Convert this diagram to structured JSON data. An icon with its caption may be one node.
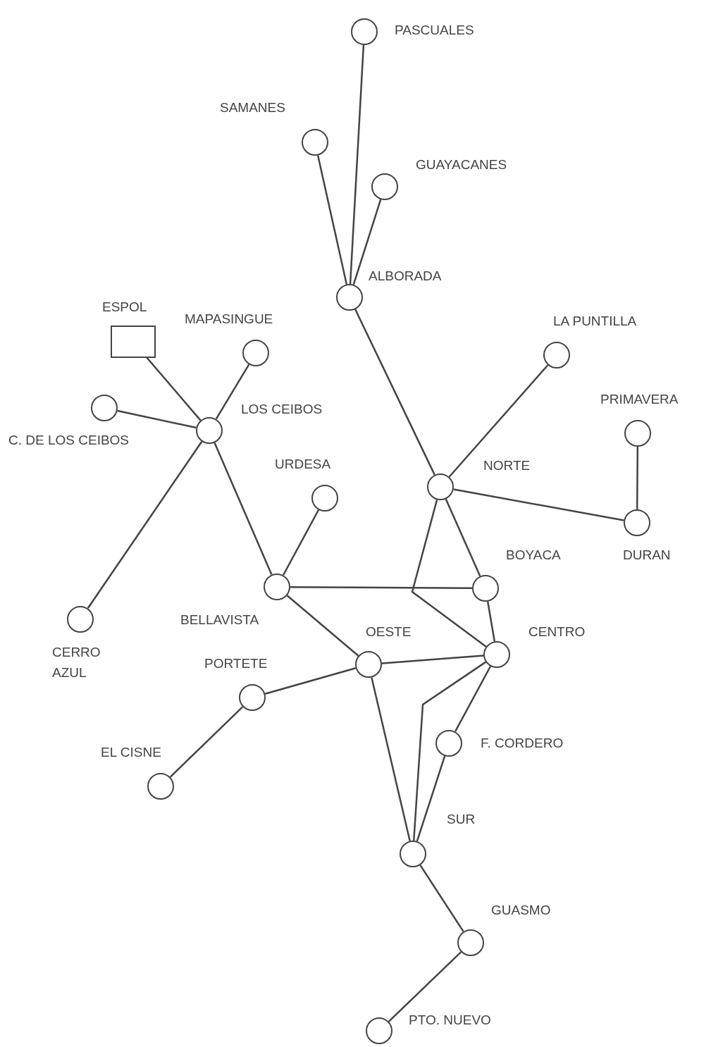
{
  "diagram": {
    "nodes": [
      {
        "text": [],
        "shape": "circle",
        "beside": [
          "PASCUALES"
        ]
      },
      {
        "text": [],
        "shape": "circle",
        "beside": [
          "SAMANES"
        ]
      },
      {
        "text": [],
        "shape": "circle",
        "beside": [
          "GUAYACANES"
        ]
      },
      {
        "text": [],
        "shape": "circle",
        "beside": [
          "ALBORADA"
        ]
      },
      {
        "text": [],
        "shape": "box",
        "beside": [
          "ESPOL"
        ]
      },
      {
        "text": [],
        "shape": "circle",
        "beside": [
          "MAPASINGUE"
        ]
      },
      {
        "text": [],
        "shape": "circle",
        "beside": [
          "LA PUNTILLA"
        ]
      },
      {
        "text": [],
        "shape": "circle",
        "beside": [
          "C. DE LOS CEIBOS"
        ]
      },
      {
        "text": [],
        "shape": "circle",
        "beside": [
          "LOS CEIBOS"
        ]
      },
      {
        "text": [],
        "shape": "circle",
        "beside": [
          "PRIMAVERA"
        ]
      },
      {
        "text": [],
        "shape": "circle",
        "beside": [
          "URDESA"
        ]
      },
      {
        "text": [],
        "shape": "circle",
        "beside": [
          "NORTE"
        ]
      },
      {
        "text": [],
        "shape": "circle",
        "beside": [
          "DURAN"
        ]
      },
      {
        "text": [],
        "shape": "circle",
        "beside": [
          "BOYACA"
        ]
      },
      {
        "text": [],
        "shape": "circle",
        "beside": [
          "BELLAVISTA"
        ]
      },
      {
        "text": [],
        "shape": "circle",
        "beside": [
          "CERRO AZUL"
        ]
      },
      {
        "text": [],
        "shape": "circle",
        "beside": [
          "OESTE"
        ]
      },
      {
        "text": [],
        "shape": "circle",
        "beside": [
          "CENTRO"
        ]
      },
      {
        "text": [],
        "shape": "circle",
        "beside": [
          "PORTETE"
        ]
      },
      {
        "text": [],
        "shape": "circle",
        "beside": [
          "F. CORDERO"
        ]
      },
      {
        "text": [],
        "shape": "circle",
        "beside": [
          "EL CISNE"
        ]
      },
      {
        "text": [],
        "shape": "circle",
        "beside": [
          "SUR"
        ]
      },
      {
        "text": [],
        "shape": "circle",
        "beside": [
          "GUASMO"
        ]
      },
      {
        "text": [],
        "shape": "circle",
        "beside": [
          "PTO. NUEVO"
        ]
      }
    ],
    "edges": [
      {
        "from": 0,
        "to": 3,
        "arrow": "none"
      },
      {
        "from": 1,
        "to": 3,
        "arrow": "none"
      },
      {
        "from": 2,
        "to": 3,
        "arrow": "none"
      },
      {
        "from": 3,
        "to": 11,
        "arrow": "none"
      },
      {
        "from": 6,
        "to": 11,
        "arrow": "none"
      },
      {
        "from": 9,
        "to": 12,
        "arrow": "none"
      },
      {
        "from": 11,
        "to": 12,
        "arrow": "none"
      },
      {
        "from": 11,
        "to": 13,
        "arrow": "none"
      },
      {
        "from": 11,
        "to": 17,
        "arrow": "none"
      },
      {
        "from": 4,
        "to": 8,
        "arrow": "none"
      },
      {
        "from": 5,
        "to": 8,
        "arrow": "none"
      },
      {
        "from": 7,
        "to": 8,
        "arrow": "none"
      },
      {
        "from": 8,
        "to": 15,
        "arrow": "none"
      },
      {
        "from": 8,
        "to": 14,
        "arrow": "none"
      },
      {
        "from": 10,
        "to": 14,
        "arrow": "none"
      },
      {
        "from": 14,
        "to": 13,
        "arrow": "none"
      },
      {
        "from": 14,
        "to": 16,
        "arrow": "none"
      },
      {
        "from": 13,
        "to": 17,
        "arrow": "none"
      },
      {
        "from": 16,
        "to": 17,
        "arrow": "none"
      },
      {
        "from": 16,
        "to": 18,
        "arrow": "none"
      },
      {
        "from": 18,
        "to": 20,
        "arrow": "none"
      },
      {
        "from": 16,
        "to": 21,
        "arrow": "none"
      },
      {
        "from": 17,
        "to": 19,
        "arrow": "none"
      },
      {
        "from": 17,
        "to": 21,
        "arrow": "none"
      },
      {
        "from": 19,
        "to": 21,
        "arrow": "none"
      },
      {
        "from": 21,
        "to": 22,
        "arrow": "none"
      },
      {
        "from": 22,
        "to": 23,
        "arrow": "none"
      }
    ]
  }
}
